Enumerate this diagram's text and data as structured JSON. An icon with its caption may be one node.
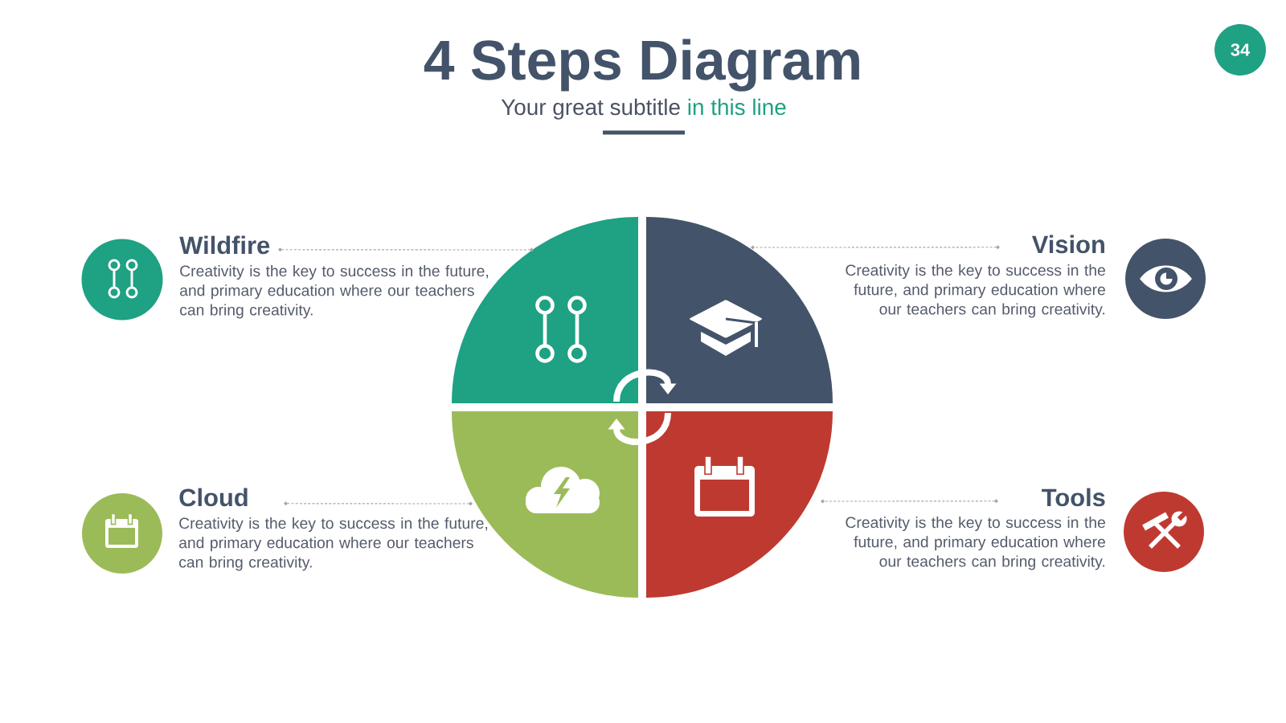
{
  "diagram": {
    "title": "4 Steps Diagram",
    "nodes": [
      {
        "text": [
          "34"
        ]
      },
      {
        "text": [],
        "shape": "circle"
      },
      {
        "text": [
          "Wildfire",
          "Creativity is the key to success in the future, and primary education where our teachers can bring creativity."
        ]
      },
      {
        "text": [],
        "shape": "sector"
      },
      {
        "text": [],
        "shape": "sector"
      },
      {
        "text": [
          "Vision",
          "Creativity is the key to success in the future, and primary education where our teachers can bring creativity."
        ]
      },
      {
        "text": [],
        "shape": "circle"
      },
      {
        "text": [],
        "shape": "circle"
      },
      {
        "text": [
          "Cloud",
          "Creativity is the key to success in the future, and primary education where our teachers can bring creativity."
        ]
      },
      {
        "text": [],
        "shape": "sector"
      },
      {
        "text": [],
        "shape": "sector"
      },
      {
        "text": [
          "Tools",
          "Creativity is the key to success in the future, and primary education where our teachers can bring creativity."
        ]
      },
      {
        "text": [],
        "shape": "circle"
      }
    ],
    "edges": [
      {
        "from": 2,
        "to": 3,
        "arrow": "other",
        "style": "dashed"
      },
      {
        "from": 5,
        "to": 4,
        "arrow": "other",
        "style": "dashed"
      },
      {
        "from": 8,
        "to": 9,
        "arrow": "other",
        "style": "dashed"
      },
      {
        "from": 11,
        "to": 10,
        "arrow": "other",
        "style": "dashed"
      },
      {
        "from": 3,
        "to": 4,
        "arrow": "to",
        "style": "thick",
        "color": "#ffffff"
      },
      {
        "from": 10,
        "to": 9,
        "arrow": "to",
        "style": "thick",
        "color": "#ffffff"
      }
    ],
    "labels": [
      "Your great subtitle",
      "in this line"
    ]
  }
}
